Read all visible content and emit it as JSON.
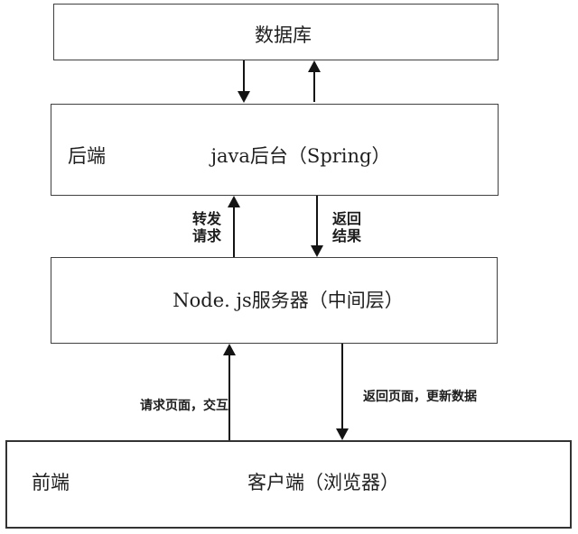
{
  "diagram": {
    "boxes": {
      "database": {
        "label": "数据库"
      },
      "backend": {
        "side": "后端",
        "label": "java后台（Spring）"
      },
      "middleware": {
        "label": "Node. js服务器（中间层）"
      },
      "frontend": {
        "side": "前端",
        "label": "客户端（浏览器）"
      }
    },
    "edges": {
      "forward_request": {
        "line1": "转发",
        "line2": "请求"
      },
      "return_result": {
        "line1": "返回",
        "line2": "结果"
      },
      "request_page": {
        "label": "请求页面，交互"
      },
      "return_page": {
        "label": "返回页面，更新数据"
      }
    },
    "connections": [
      {
        "from": "backend",
        "to": "database",
        "direction": "up",
        "label": ""
      },
      {
        "from": "database",
        "to": "backend",
        "direction": "down",
        "label": ""
      },
      {
        "from": "middleware",
        "to": "backend",
        "direction": "up",
        "label": "转发请求"
      },
      {
        "from": "backend",
        "to": "middleware",
        "direction": "down",
        "label": "返回结果"
      },
      {
        "from": "frontend",
        "to": "middleware",
        "direction": "up",
        "label": "请求页面，交互"
      },
      {
        "from": "middleware",
        "to": "frontend",
        "direction": "down",
        "label": "返回页面，更新数据"
      }
    ],
    "colors": {
      "background": "#ffffff",
      "box_border": "#404040",
      "arrow": "#141414",
      "text": "#1f1f1f"
    }
  }
}
